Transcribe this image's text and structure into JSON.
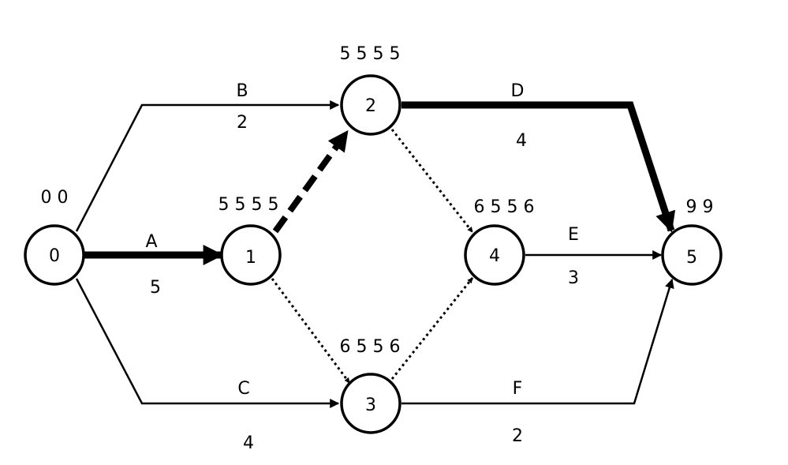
{
  "nodes": [
    {
      "id": "0",
      "label": "0",
      "times": "0 0"
    },
    {
      "id": "1",
      "label": "1",
      "times": "5 5 5 5"
    },
    {
      "id": "2",
      "label": "2",
      "times": "5 5 5 5"
    },
    {
      "id": "3",
      "label": "3",
      "times": "6 5 5 6"
    },
    {
      "id": "4",
      "label": "4",
      "times": "6 5 5 6"
    },
    {
      "id": "5",
      "label": "5",
      "times": "9 9"
    }
  ],
  "activities": [
    {
      "id": "A",
      "from": "0",
      "to": "1",
      "name": "A",
      "duration": "5",
      "style": "critical"
    },
    {
      "id": "B",
      "from": "0",
      "to": "2",
      "name": "B",
      "duration": "2",
      "style": "normal"
    },
    {
      "id": "C",
      "from": "0",
      "to": "3",
      "name": "C",
      "duration": "4",
      "style": "normal"
    },
    {
      "id": "D",
      "from": "2",
      "to": "5",
      "name": "D",
      "duration": "4",
      "style": "critical"
    },
    {
      "id": "E",
      "from": "4",
      "to": "5",
      "name": "E",
      "duration": "3",
      "style": "normal"
    },
    {
      "id": "F",
      "from": "3",
      "to": "5",
      "name": "F",
      "duration": "2",
      "style": "normal"
    }
  ],
  "dummies": [
    {
      "id": "d12",
      "from": "1",
      "to": "2",
      "style": "critical-dashed"
    },
    {
      "id": "d13",
      "from": "1",
      "to": "3",
      "style": "dotted"
    },
    {
      "id": "d24",
      "from": "2",
      "to": "4",
      "style": "dotted"
    },
    {
      "id": "d34",
      "from": "3",
      "to": "4",
      "style": "dotted"
    }
  ],
  "colors": {
    "stroke": "#000000",
    "background": "#ffffff"
  }
}
